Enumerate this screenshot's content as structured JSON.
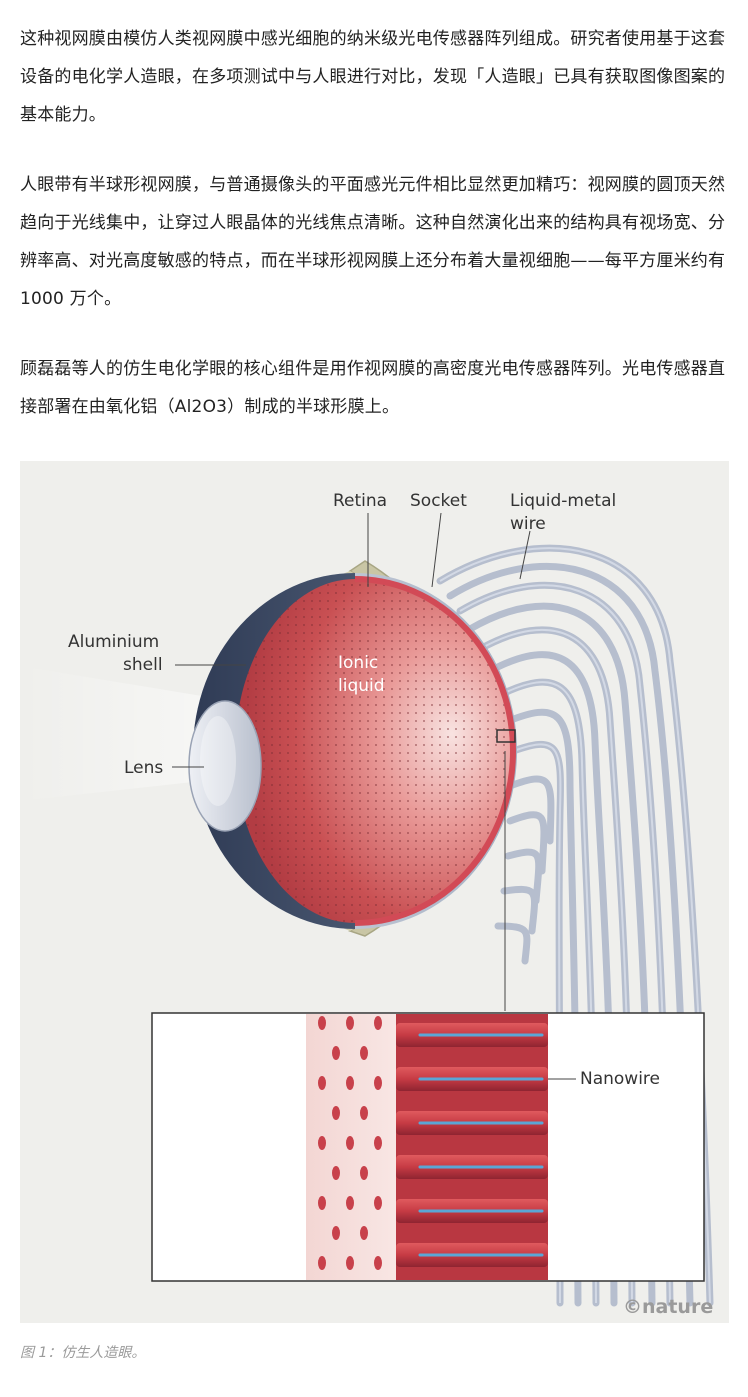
{
  "article": {
    "paragraphs": [
      "这种视网膜由模仿人类视网膜中感光细胞的纳米级光电传感器阵列组成。研究者使用基于这套设备的电化学人造眼，在多项测试中与人眼进行对比，发现「人造眼」已具有获取图像图案的基本能力。",
      "人眼带有半球形视网膜，与普通摄像头的平面感光元件相比显然更加精巧：视网膜的圆顶天然趋向于光线集中，让穿过人眼晶体的光线焦点清晰。这种自然演化出来的结构具有视场宽、分辨率高、对光高度敏感的特点，而在半球形视网膜上还分布着大量视细胞——每平方厘米约有 1000 万个。",
      "顾磊磊等人的仿生电化学眼的核心组件是用作视网膜的高密度光电传感器阵列。光电传感器直接部署在由氧化铝（Al2O3）制成的半球形膜上。"
    ]
  },
  "figure": {
    "labels": {
      "retina": "Retina",
      "socket": "Socket",
      "wire_line1": "Liquid-metal",
      "wire_line2": "wire",
      "shell_line1": "Aluminium",
      "shell_line2": "shell",
      "lens": "Lens",
      "ionic_line1": "Ionic",
      "ionic_line2": "liquid",
      "nanowire": "Nanowire"
    },
    "credit": "©nature",
    "caption": "图 1：仿生人造眼。"
  }
}
